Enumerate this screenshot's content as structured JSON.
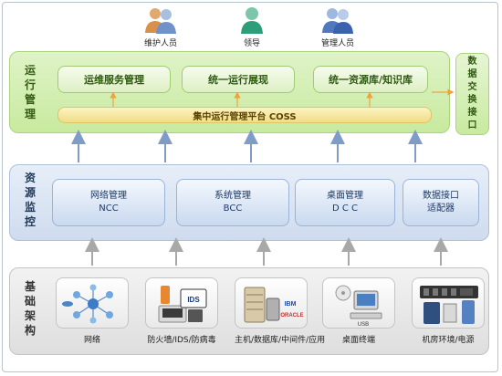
{
  "users": [
    {
      "label": "维护人员"
    },
    {
      "label": "领导"
    },
    {
      "label": "管理人员"
    }
  ],
  "ops_layer": {
    "title": "运行管理",
    "boxes": [
      "运维服务管理",
      "统一运行展现",
      "统一资源库/知识库"
    ],
    "platform": "集中运行管理平台  COSS",
    "side_box": "数据交换接口"
  },
  "resource_layer": {
    "title": "资源监控",
    "boxes": [
      {
        "line1": "网络管理",
        "line2": "NCC"
      },
      {
        "line1": "系统管理",
        "line2": "BCC"
      },
      {
        "line1": "桌面管理",
        "line2": "D C C"
      },
      {
        "line1": "数据接口",
        "line2": "适配器"
      }
    ]
  },
  "base_layer": {
    "title": "基础架构",
    "items": [
      {
        "label": "网络",
        "icon": "network-topology-icon"
      },
      {
        "label": "防火墙/IDS/防病毒",
        "icon": "firewall-ids-icon",
        "badge": "IDS"
      },
      {
        "label": "主机/数据库/中间件/应用",
        "icon": "server-database-icon",
        "logos": [
          "IBM",
          "ORACLE"
        ]
      },
      {
        "label": "桌面终端",
        "icon": "desktop-terminal-icon",
        "badge": "USB"
      },
      {
        "label": "机房环境/电源",
        "icon": "datacenter-power-icon"
      }
    ]
  },
  "colors": {
    "ops_fill": "#c8ea9f",
    "resource_fill": "#cfdcee",
    "base_fill": "#dedede",
    "arrow_blue": "#7f9cc6",
    "arrow_gray": "#a8a8a8",
    "arrow_orange": "#f0a23c"
  }
}
